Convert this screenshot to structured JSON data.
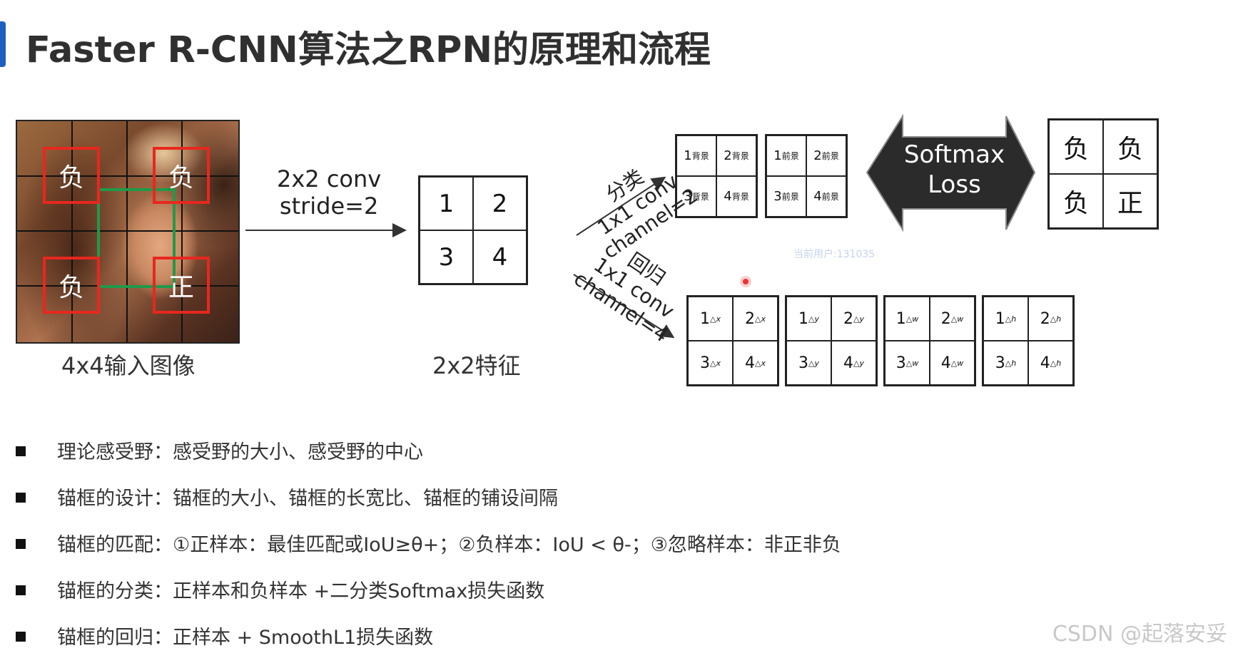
{
  "title": "Faster R-CNN算法之RPN的原理和流程",
  "input_image": {
    "caption": "4x4输入图像",
    "labels": [
      "负",
      "负",
      "负",
      "正"
    ]
  },
  "conv_label": {
    "line1": "2x2 conv",
    "line2": "stride=2"
  },
  "feature_map": {
    "caption": "2x2特征",
    "cells": [
      "1",
      "2",
      "3",
      "4"
    ]
  },
  "classify_branch": {
    "line1": "分类",
    "line2": "1x1 conv",
    "line3": "channel=2",
    "maps": [
      {
        "cells": [
          {
            "n": "1",
            "s": "背景"
          },
          {
            "n": "2",
            "s": "背景"
          },
          {
            "n": "3",
            "s": "背景"
          },
          {
            "n": "4",
            "s": "背景"
          }
        ]
      },
      {
        "cells": [
          {
            "n": "1",
            "s": "前景"
          },
          {
            "n": "2",
            "s": "前景"
          },
          {
            "n": "3",
            "s": "前景"
          },
          {
            "n": "4",
            "s": "前景"
          }
        ]
      }
    ]
  },
  "softmax": {
    "line1": "Softmax",
    "line2": "Loss"
  },
  "result_grid": [
    "负",
    "负",
    "负",
    "正"
  ],
  "regression_branch": {
    "line1": "回归",
    "line2": "1x1 conv",
    "line3": "channel=4",
    "maps": [
      {
        "cells": [
          {
            "n": "1",
            "s": "△x"
          },
          {
            "n": "2",
            "s": "△x"
          },
          {
            "n": "3",
            "s": "△x"
          },
          {
            "n": "4",
            "s": "△x"
          }
        ]
      },
      {
        "cells": [
          {
            "n": "1",
            "s": "△y"
          },
          {
            "n": "2",
            "s": "△y"
          },
          {
            "n": "3",
            "s": "△y"
          },
          {
            "n": "4",
            "s": "△y"
          }
        ]
      },
      {
        "cells": [
          {
            "n": "1",
            "s": "△w"
          },
          {
            "n": "2",
            "s": "△w"
          },
          {
            "n": "3",
            "s": "△w"
          },
          {
            "n": "4",
            "s": "△w"
          }
        ]
      },
      {
        "cells": [
          {
            "n": "1",
            "s": "△h"
          },
          {
            "n": "2",
            "s": "△h"
          },
          {
            "n": "3",
            "s": "△h"
          },
          {
            "n": "4",
            "s": "△h"
          }
        ]
      }
    ]
  },
  "user_tag": "当前用户:131035",
  "bullets": [
    "理论感受野：感受野的大小、感受野的中心",
    "锚框的设计：锚框的大小、锚框的长宽比、锚框的铺设间隔",
    "锚框的匹配：①正样本：最佳匹配或IoU≥θ+；②负样本：IoU < θ-；③忽略样本：非正非负",
    "锚框的分类：正样本和负样本 +二分类Softmax损失函数",
    "锚框的回归：正样本 + SmoothL1损失函数"
  ],
  "watermark": "CSDN @起落安妥",
  "colors": {
    "accent": "#1f5fbf",
    "negative_box": "#e8271e",
    "positive_box": "#1f9a4a"
  }
}
